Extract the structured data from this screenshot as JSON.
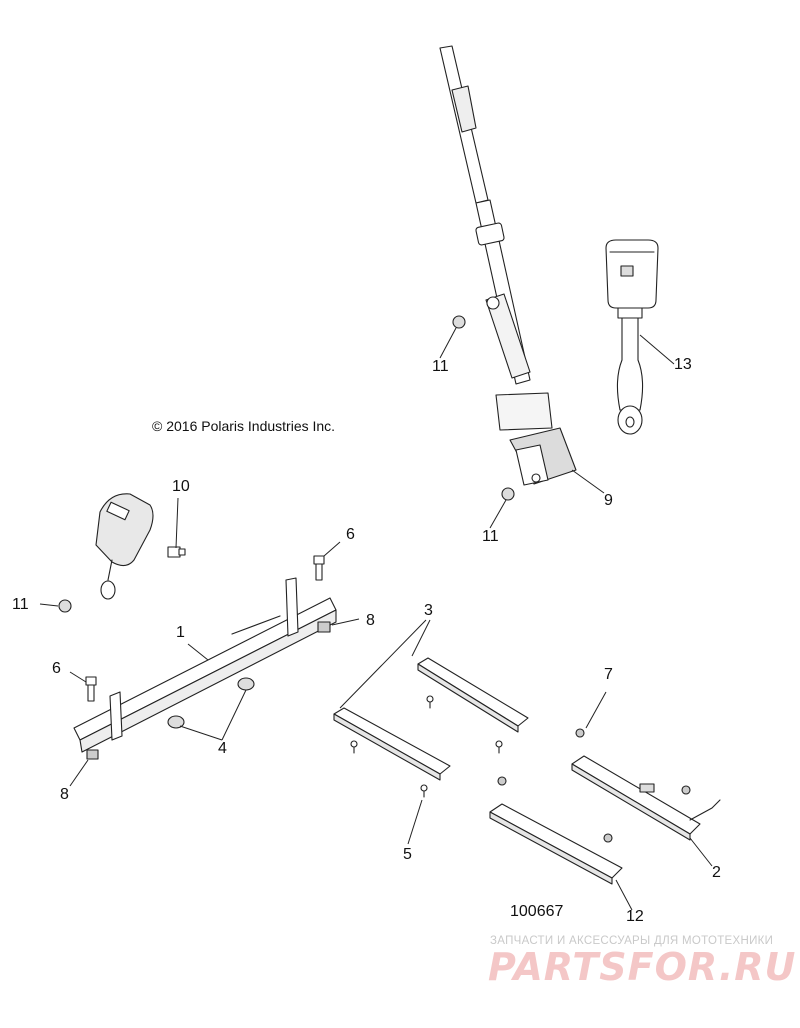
{
  "copyright": "© 2016 Polaris Industries Inc.",
  "diagram_number": "100667",
  "watermark": {
    "tagline": "ЗАПЧАСТИ И АКСЕССУАРЫ ДЛЯ МОТОТЕХНИКИ",
    "logo_text": "PARTSFOR.RU"
  },
  "callouts": {
    "c1": "1",
    "c2": "2",
    "c3": "3",
    "c4": "4",
    "c5": "5",
    "c6a": "6",
    "c6b": "6",
    "c7": "7",
    "c8a": "8",
    "c8b": "8",
    "c9": "9",
    "c10": "10",
    "c11a": "11",
    "c11b": "11",
    "c11c": "11",
    "c12": "12",
    "c13": "13"
  },
  "colors": {
    "line": "#222222",
    "fill": "#ffffff",
    "shade": "#cfcfcf",
    "watermark": "#f4c7c7"
  }
}
